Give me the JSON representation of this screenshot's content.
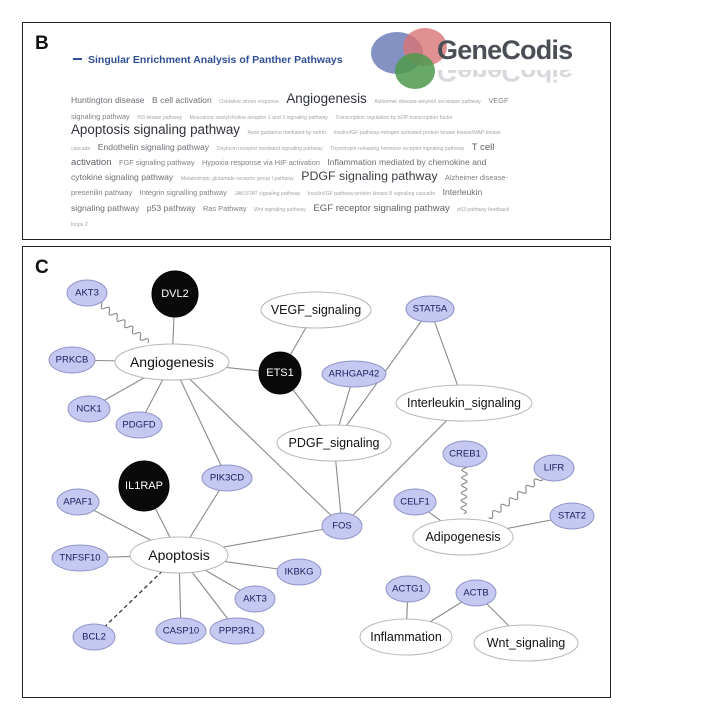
{
  "panel_b": {
    "letter": "B",
    "title": "Singular Enrichment Analysis of Panther Pathways",
    "logo_text": "GeneCodis",
    "tag_cloud": [
      {
        "text": "Huntington disease",
        "size": 3
      },
      {
        "text": "B cell activation",
        "size": 3
      },
      {
        "text": "Oxidative stress response",
        "size": 1
      },
      {
        "text": "Angiogenesis",
        "size": 6
      },
      {
        "text": "Alzheimer disease-amyloid secretase pathway",
        "size": 1
      },
      {
        "text": "VEGF signaling pathway",
        "size": 2
      },
      {
        "text": "PI3 kinase pathway",
        "size": 1
      },
      {
        "text": "Muscarinic acetylcholine receptor 1 and 3 signaling pathway",
        "size": 1
      },
      {
        "text": "Transcription regulation by bZIP transcription factor",
        "size": 1
      },
      {
        "text": "Apoptosis signaling pathway",
        "size": 6
      },
      {
        "text": "Axon guidance mediated by netrin",
        "size": 1
      },
      {
        "text": "Insulin/IGF pathway-mitogen activated protein kinase kinase/MAP kinase cascade",
        "size": 1
      },
      {
        "text": "Endothelin signaling pathway",
        "size": 3
      },
      {
        "text": "Oxytocin receptor mediated signaling pathway",
        "size": 1
      },
      {
        "text": "Thyrotropin-releasing hormone receptor signaling pathway",
        "size": 1
      },
      {
        "text": "T cell activation",
        "size": 4
      },
      {
        "text": "FGF signaling pathway",
        "size": 2
      },
      {
        "text": "Hypoxia response via HIF activation",
        "size": 2
      },
      {
        "text": "Inflammation mediated by chemokine and cytokine signaling pathway",
        "size": 3
      },
      {
        "text": "Metabotropic glutamate receptor group I pathway",
        "size": 1
      },
      {
        "text": "PDGF signaling pathway",
        "size": 5
      },
      {
        "text": "Alzheimer disease-presenilin pathway",
        "size": 2
      },
      {
        "text": "Integrin signalling pathway",
        "size": 2
      },
      {
        "text": "JAK/STAT signaling pathway",
        "size": 1
      },
      {
        "text": "Insulin/IGF pathway-protein kinase B signaling cascade",
        "size": 1
      },
      {
        "text": "Interleukin signaling pathway",
        "size": 3
      },
      {
        "text": "p53 pathway",
        "size": 3
      },
      {
        "text": "Ras Pathway",
        "size": 2
      },
      {
        "text": "Wnt signaling pathway",
        "size": 1
      },
      {
        "text": "EGF receptor signaling pathway",
        "size": 4
      },
      {
        "text": "p53 pathway feedback loops 2",
        "size": 1
      }
    ]
  },
  "panel_c": {
    "letter": "C",
    "colors": {
      "gene_fill": "#c5c8f0",
      "gene_stroke": "#8f94c8",
      "highlight_fill": "#0a0a0a",
      "pathway_fill": "#ffffff",
      "pathway_stroke": "#b8b8b8",
      "edge": "#8a8a8a"
    },
    "nodes": [
      {
        "id": "AKT3_a",
        "label": "AKT3",
        "kind": "gene"
      },
      {
        "id": "DVL2",
        "label": "DVL2",
        "kind": "highlight"
      },
      {
        "id": "VEGF",
        "label": "VEGF_signaling",
        "kind": "pathway"
      },
      {
        "id": "STAT5A",
        "label": "STAT5A",
        "kind": "gene"
      },
      {
        "id": "PRKCB",
        "label": "PRKCB",
        "kind": "gene"
      },
      {
        "id": "Angio",
        "label": "Angiogenesis",
        "kind": "pathway"
      },
      {
        "id": "ETS1",
        "label": "ETS1",
        "kind": "highlight"
      },
      {
        "id": "ARHGAP42",
        "label": "ARHGAP42",
        "kind": "gene"
      },
      {
        "id": "NCK1",
        "label": "NCK1",
        "kind": "gene"
      },
      {
        "id": "Interleukin",
        "label": "Interleukin_signaling",
        "kind": "pathway"
      },
      {
        "id": "PDGFD",
        "label": "PDGFD",
        "kind": "gene"
      },
      {
        "id": "PDGF",
        "label": "PDGF_signaling",
        "kind": "pathway"
      },
      {
        "id": "CREB1",
        "label": "CREB1",
        "kind": "gene"
      },
      {
        "id": "IL1RAP",
        "label": "IL1RAP",
        "kind": "highlight"
      },
      {
        "id": "PIK3CD",
        "label": "PIK3CD",
        "kind": "gene"
      },
      {
        "id": "LIFR",
        "label": "LIFR",
        "kind": "gene"
      },
      {
        "id": "APAF1",
        "label": "APAF1",
        "kind": "gene"
      },
      {
        "id": "CELF1",
        "label": "CELF1",
        "kind": "gene"
      },
      {
        "id": "STAT2",
        "label": "STAT2",
        "kind": "gene"
      },
      {
        "id": "FOS",
        "label": "FOS",
        "kind": "gene"
      },
      {
        "id": "Adipo",
        "label": "Adipogenesis",
        "kind": "pathway"
      },
      {
        "id": "TNFSF10",
        "label": "TNFSF10",
        "kind": "gene"
      },
      {
        "id": "Apoptosis",
        "label": "Apoptosis",
        "kind": "pathway"
      },
      {
        "id": "IKBKG",
        "label": "IKBKG",
        "kind": "gene"
      },
      {
        "id": "AKT3_b",
        "label": "AKT3",
        "kind": "gene"
      },
      {
        "id": "ACTG1",
        "label": "ACTG1",
        "kind": "gene"
      },
      {
        "id": "ACTB",
        "label": "ACTB",
        "kind": "gene"
      },
      {
        "id": "BCL2",
        "label": "BCL2",
        "kind": "gene"
      },
      {
        "id": "CASP10",
        "label": "CASP10",
        "kind": "gene"
      },
      {
        "id": "PPP3R1",
        "label": "PPP3R1",
        "kind": "gene"
      },
      {
        "id": "Inflam",
        "label": "Inflammation",
        "kind": "pathway"
      },
      {
        "id": "Wnt",
        "label": "Wnt_signaling",
        "kind": "pathway"
      }
    ],
    "edges": [
      {
        "from": "AKT3_a",
        "to": "Angio",
        "style": "wavy"
      },
      {
        "from": "DVL2",
        "to": "Angio",
        "style": "solid"
      },
      {
        "from": "PRKCB",
        "to": "Angio",
        "style": "solid"
      },
      {
        "from": "NCK1",
        "to": "Angio",
        "style": "solid"
      },
      {
        "from": "PDGFD",
        "to": "Angio",
        "style": "solid"
      },
      {
        "from": "ETS1",
        "to": "Angio",
        "style": "solid"
      },
      {
        "from": "PIK3CD",
        "to": "Angio",
        "style": "solid"
      },
      {
        "from": "FOS",
        "to": "Angio",
        "style": "solid"
      },
      {
        "from": "ETS1",
        "to": "VEGF",
        "style": "solid"
      },
      {
        "from": "ETS1",
        "to": "PDGF",
        "style": "solid"
      },
      {
        "from": "ARHGAP42",
        "to": "PDGF",
        "style": "solid"
      },
      {
        "from": "STAT5A",
        "to": "PDGF",
        "style": "solid"
      },
      {
        "from": "STAT5A",
        "to": "Interleukin",
        "style": "solid"
      },
      {
        "from": "FOS",
        "to": "PDGF",
        "style": "solid"
      },
      {
        "from": "FOS",
        "to": "Interleukin",
        "style": "solid"
      },
      {
        "from": "FOS",
        "to": "Apoptosis",
        "style": "solid"
      },
      {
        "from": "PIK3CD",
        "to": "Apoptosis",
        "style": "solid"
      },
      {
        "from": "IL1RAP",
        "to": "Apoptosis",
        "style": "solid"
      },
      {
        "from": "APAF1",
        "to": "Apoptosis",
        "style": "solid"
      },
      {
        "from": "TNFSF10",
        "to": "Apoptosis",
        "style": "solid"
      },
      {
        "from": "IKBKG",
        "to": "Apoptosis",
        "style": "solid"
      },
      {
        "from": "AKT3_b",
        "to": "Apoptosis",
        "style": "solid"
      },
      {
        "from": "CASP10",
        "to": "Apoptosis",
        "style": "solid"
      },
      {
        "from": "PPP3R1",
        "to": "Apoptosis",
        "style": "solid"
      },
      {
        "from": "BCL2",
        "to": "Apoptosis",
        "style": "dashed"
      },
      {
        "from": "CREB1",
        "to": "Adipo",
        "style": "wavy"
      },
      {
        "from": "LIFR",
        "to": "Adipo",
        "style": "wavy"
      },
      {
        "from": "CELF1",
        "to": "Adipo",
        "style": "solid"
      },
      {
        "from": "STAT2",
        "to": "Adipo",
        "style": "solid"
      },
      {
        "from": "ACTG1",
        "to": "Inflam",
        "style": "solid"
      },
      {
        "from": "ACTB",
        "to": "Inflam",
        "style": "solid"
      },
      {
        "from": "ACTB",
        "to": "Wnt",
        "style": "solid"
      }
    ]
  }
}
